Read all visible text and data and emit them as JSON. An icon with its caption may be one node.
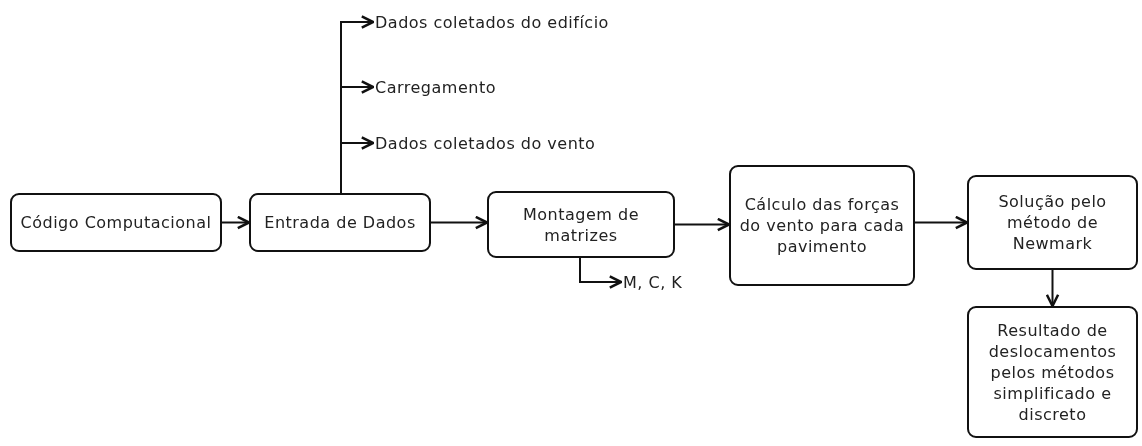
{
  "diagram": {
    "nodes": [
      {
        "text": [
          "Código Computacional"
        ]
      },
      {
        "text": [
          "Entrada de Dados"
        ]
      },
      {
        "text": [
          "Montagem de matrizes"
        ]
      },
      {
        "text": [
          "Cálculo das forças do vento para cada pavimento"
        ]
      },
      {
        "text": [
          "Solução pelo método de Newmark"
        ]
      },
      {
        "text": [
          "Resultado de deslocamentos pelos métodos simplificado e discreto"
        ]
      },
      {
        "text": [
          "Dados coletados do edifício"
        ]
      },
      {
        "text": [
          "Carregamento"
        ]
      },
      {
        "text": [
          "Dados coletados do vento"
        ]
      },
      {
        "text": [
          "M, C, K"
        ]
      }
    ],
    "edges": [
      {
        "from": 0,
        "to": 1,
        "arrow": "to"
      },
      {
        "from": 1,
        "to": 2,
        "arrow": "to"
      },
      {
        "from": 2,
        "to": 3,
        "arrow": "to"
      },
      {
        "from": 3,
        "to": 4,
        "arrow": "to"
      },
      {
        "from": 4,
        "to": 5,
        "arrow": "to"
      },
      {
        "from": 1,
        "to": 6,
        "arrow": "to"
      },
      {
        "from": 1,
        "to": 7,
        "arrow": "to"
      },
      {
        "from": 1,
        "to": 8,
        "arrow": "to"
      },
      {
        "from": 2,
        "to": 9,
        "arrow": "to"
      }
    ]
  }
}
